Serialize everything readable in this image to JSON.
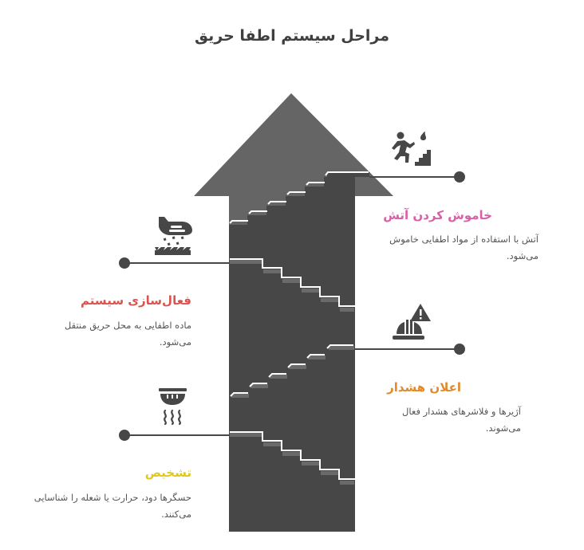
{
  "title": "مراحل سیستم اطفا حریق",
  "colors": {
    "arrow_head": "#656565",
    "arrow_body": "#474747",
    "stair_tread": "#6a6a6a",
    "connector": "#474747",
    "background": "#ffffff"
  },
  "steps": [
    {
      "order": 4,
      "side": "right",
      "heading": "خاموش کردن آتش",
      "description": "آتش با استفاده از مواد اطفایی خاموش می‌شود.",
      "heading_color": "#d95fa8",
      "icon": "person-climbing-stairs-fire-icon"
    },
    {
      "order": 3,
      "side": "left",
      "heading": "فعال‌سازی سیستم",
      "description": "ماده اطفایی به محل حریق منتقل می‌شود.",
      "heading_color": "#d9534f",
      "icon": "plane-dropping-water-icon"
    },
    {
      "order": 2,
      "side": "right",
      "heading": "اعلان هشدار",
      "description": "آژیرها و فلاشرهای هشدار فعال می‌شوند.",
      "heading_color": "#e08a2e",
      "icon": "hardhat-warning-icon"
    },
    {
      "order": 1,
      "side": "left",
      "heading": "تشخیص",
      "description": "حسگرها دود، حرارت یا شعله را شناسایی می‌کنند.",
      "heading_color": "#e0c81f",
      "icon": "smoke-detector-icon"
    }
  ]
}
